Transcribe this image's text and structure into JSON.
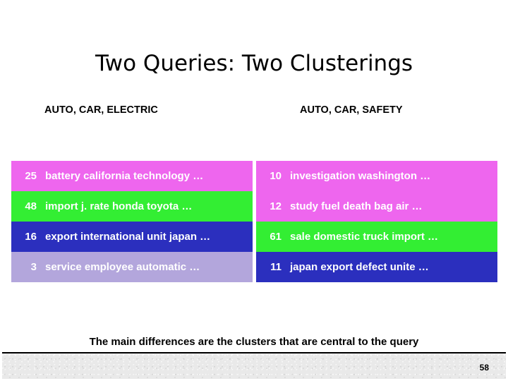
{
  "slide": {
    "title": "Two Queries: Two Clusterings",
    "caption": "The main differences are the clusters that are central to the query",
    "page_number": "58"
  },
  "colors": {
    "magenta": "#ee66ee",
    "green": "#33ee33",
    "blue": "#2b2fbe",
    "lavender": "#b3a6dc",
    "text_on_band": "#ffffff",
    "background": "#ffffff",
    "footer_bg": "#e9e9e9"
  },
  "columns": [
    {
      "heading": "AUTO, CAR, ELECTRIC",
      "bands": [
        {
          "color_key": "magenta",
          "rows": [
            {
              "rank": "25",
              "terms": "battery california technology …"
            }
          ]
        },
        {
          "color_key": "green",
          "rows": [
            {
              "rank": "48",
              "terms": "import j. rate honda toyota …"
            }
          ]
        },
        {
          "color_key": "blue",
          "rows": [
            {
              "rank": "16",
              "terms": "export international unit japan …"
            }
          ]
        },
        {
          "color_key": "lavender",
          "rows": [
            {
              "rank": "3",
              "terms": "service employee automatic …"
            }
          ]
        }
      ]
    },
    {
      "heading": "AUTO, CAR, SAFETY",
      "bands": [
        {
          "color_key": "magenta",
          "rows": [
            {
              "rank": "10",
              "terms": "investigation washington …"
            },
            {
              "rank": "12",
              "terms": "study fuel death bag air …"
            }
          ]
        },
        {
          "color_key": "green",
          "rows": [
            {
              "rank": "61",
              "terms": "sale domestic truck import …"
            }
          ]
        },
        {
          "color_key": "blue",
          "rows": [
            {
              "rank": "11",
              "terms": "japan export defect unite …"
            }
          ]
        }
      ]
    }
  ]
}
